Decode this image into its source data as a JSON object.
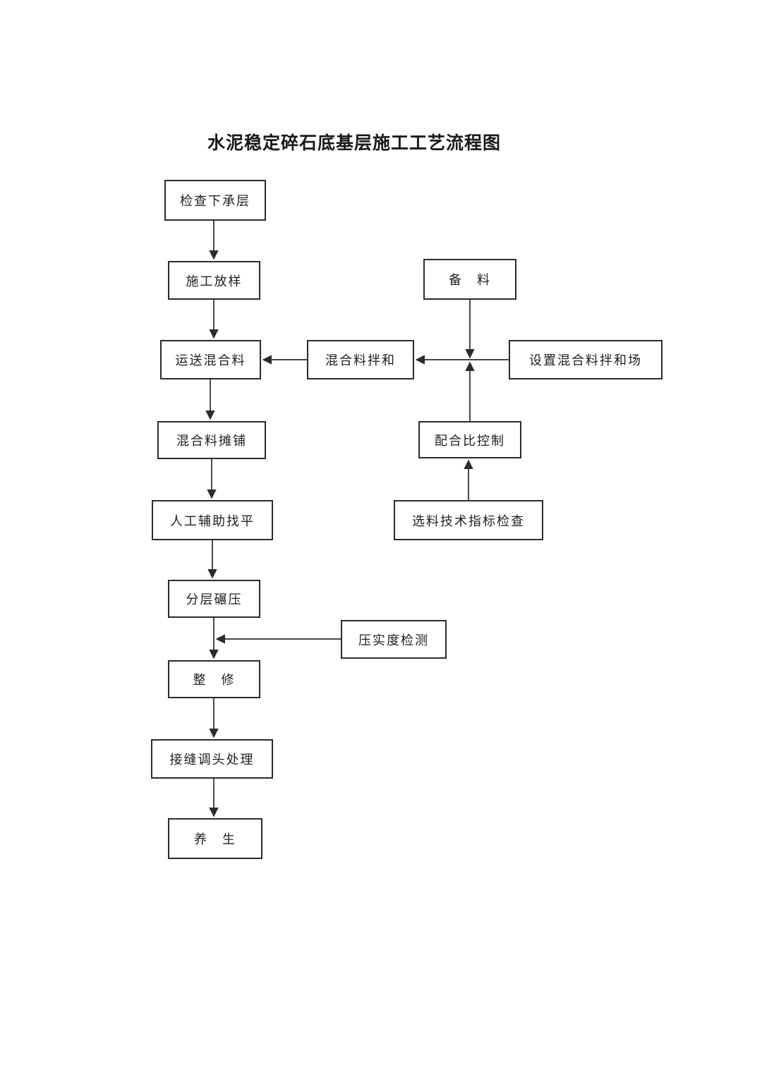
{
  "page": {
    "title": "水泥稳定碎石底基层施工工艺流程图"
  },
  "colors": {
    "background": "#ffffff",
    "box_border": "#2b2b2b",
    "line": "#2b2b2b",
    "text": "#1f1f1f"
  },
  "nodes": {
    "check_subbase": {
      "label": "检查下承层"
    },
    "construction_layout": {
      "label": "施工放样"
    },
    "prepare_material": {
      "label": "备　料"
    },
    "transport_mixture": {
      "label": "运送混合料"
    },
    "mixture_mixing": {
      "label": "混合料拌和"
    },
    "setup_mixing_yard": {
      "label": "设置混合料拌和场"
    },
    "mixture_paving": {
      "label": "混合料摊铺"
    },
    "mix_ratio_control": {
      "label": "配合比控制"
    },
    "manual_leveling": {
      "label": "人工辅助找平"
    },
    "material_index_check": {
      "label": "选料技术指标检查"
    },
    "layered_rolling": {
      "label": "分层碾压"
    },
    "compaction_test": {
      "label": "压实度检测"
    },
    "trimming": {
      "label": "整　修"
    },
    "joint_treatment": {
      "label": "接缝调头处理"
    },
    "curing": {
      "label": "养　生"
    }
  },
  "edges": [
    {
      "from": "check_subbase",
      "to": "construction_layout"
    },
    {
      "from": "construction_layout",
      "to": "transport_mixture"
    },
    {
      "from": "transport_mixture",
      "to": "mixture_paving"
    },
    {
      "from": "mixture_paving",
      "to": "manual_leveling"
    },
    {
      "from": "manual_leveling",
      "to": "layered_rolling"
    },
    {
      "from": "layered_rolling",
      "to": "trimming"
    },
    {
      "from": "trimming",
      "to": "joint_treatment"
    },
    {
      "from": "joint_treatment",
      "to": "curing"
    },
    {
      "from": "prepare_material",
      "to": "mixture_mixing"
    },
    {
      "from": "setup_mixing_yard",
      "to": "mixture_mixing"
    },
    {
      "from": "mix_ratio_control",
      "to": "mixture_mixing"
    },
    {
      "from": "mixture_mixing",
      "to": "transport_mixture"
    },
    {
      "from": "material_index_check",
      "to": "mix_ratio_control"
    },
    {
      "from": "compaction_test",
      "to": "trimming"
    }
  ]
}
